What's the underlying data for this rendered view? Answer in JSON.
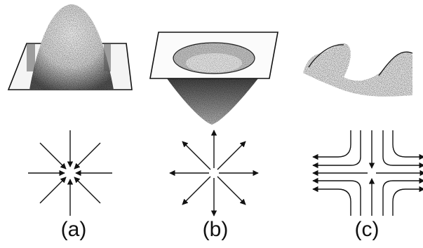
{
  "panels": [
    {
      "label": "(a)",
      "surface": "peak-on-plane",
      "field": "inward-radial-sink"
    },
    {
      "label": "(b)",
      "surface": "funnel-through-plane",
      "field": "outward-radial-source"
    },
    {
      "label": "(c)",
      "surface": "saddle",
      "field": "hyperbolic-saddle-flow"
    }
  ],
  "colors": {
    "ink": "#111111",
    "stipple": "#2a2a2a",
    "paper": "#ffffff"
  }
}
